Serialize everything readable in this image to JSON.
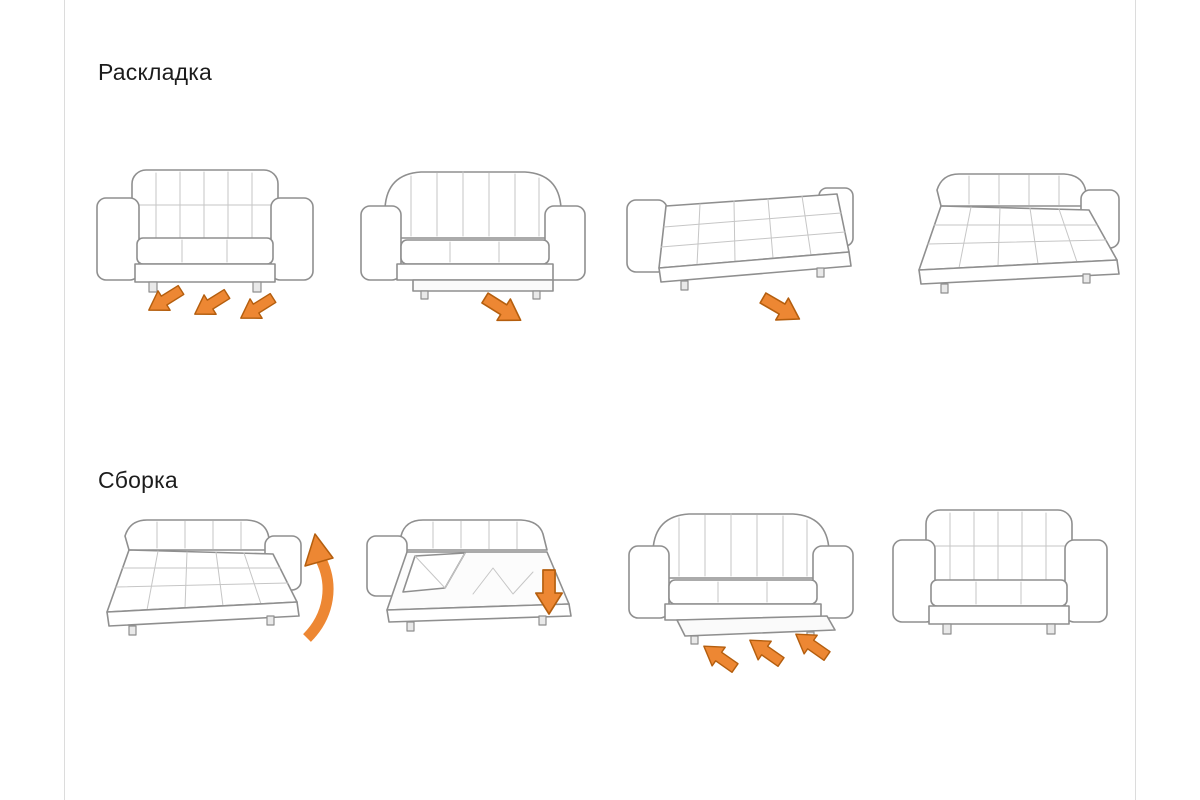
{
  "page": {
    "background": "#ffffff"
  },
  "colors": {
    "arrow": "#ED8733",
    "arrow_outline": "#B45E0E",
    "sofa_line": "#8f8f8f",
    "quilt_line": "#c6c6c6"
  },
  "sections": [
    {
      "title": "Раскладка",
      "steps": [
        {
          "name": "unfold-step-1",
          "illustration": "sofa-closed-three-arrows-pull-out"
        },
        {
          "name": "unfold-step-2",
          "illustration": "sofa-seat-extended-arrow-out"
        },
        {
          "name": "unfold-step-3",
          "illustration": "sofa-backrest-unfolding-arrow-out"
        },
        {
          "name": "unfold-step-4",
          "illustration": "bed-fully-open"
        }
      ]
    },
    {
      "title": "Сборка",
      "steps": [
        {
          "name": "fold-step-1",
          "illustration": "bed-open-curved-arrow-up"
        },
        {
          "name": "fold-step-2",
          "illustration": "bed-mechanism-folding-arrow-down"
        },
        {
          "name": "fold-step-3",
          "illustration": "sofa-three-arrows-push-in"
        },
        {
          "name": "fold-step-4",
          "illustration": "sofa-closed"
        }
      ]
    }
  ]
}
